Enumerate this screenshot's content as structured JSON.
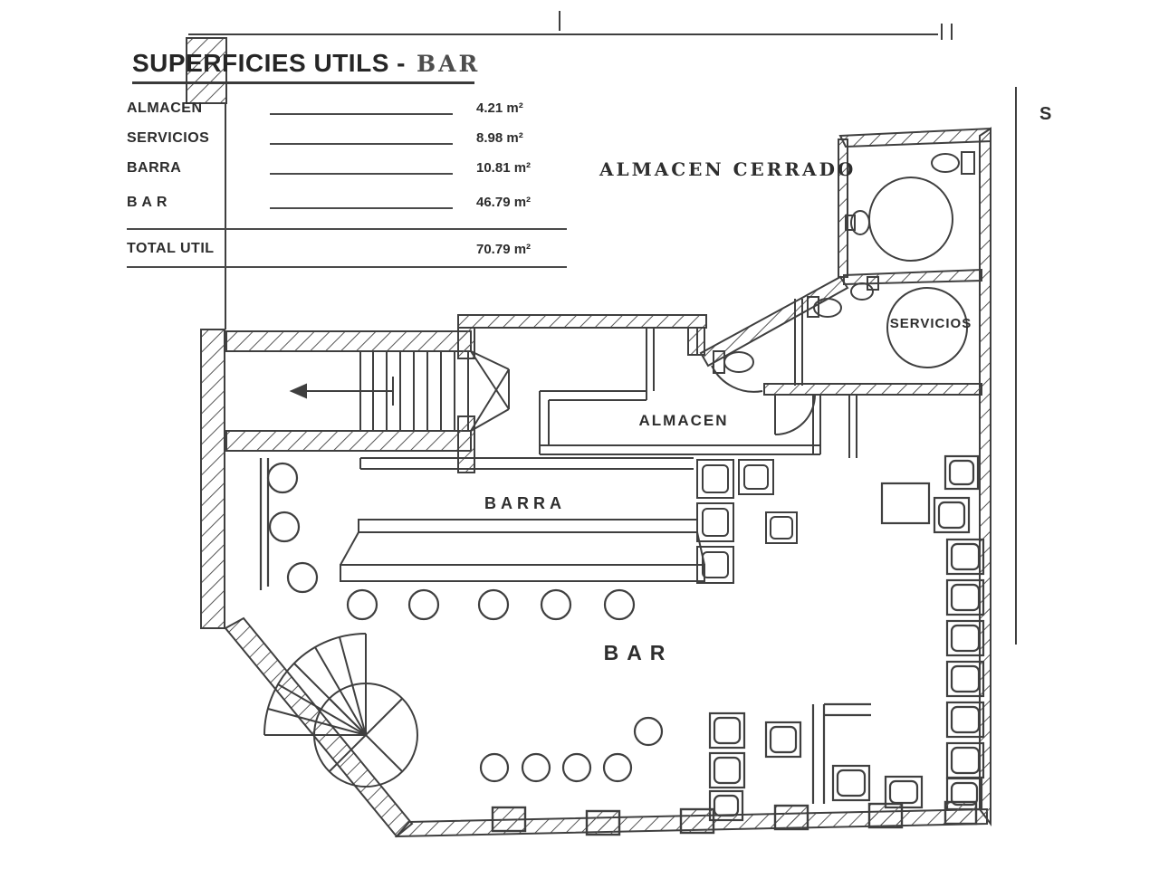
{
  "document": {
    "title_main": "SUPERFICIES UTILS -",
    "title_suffix": "BAR"
  },
  "legend": {
    "rows": [
      {
        "label": "ALMACEN",
        "value": "4.21 m²"
      },
      {
        "label": "SERVICIOS",
        "value": "8.98 m²"
      },
      {
        "label": "BARRA",
        "value": "10.81 m²"
      },
      {
        "label": "B A R",
        "value": "46.79 m²"
      }
    ],
    "total_label": "TOTAL UTIL",
    "total_value": "70.79 m²"
  },
  "plan": {
    "labels": {
      "almacen_cerrado": "ALMACEN CERRADO",
      "servicios": "SERVICIOS",
      "almacen": "ALMACEN",
      "barra": "BARRA",
      "bar": "BAR",
      "edge_letter": "S"
    }
  },
  "colors": {
    "ink": "#3f3f3f",
    "paper": "#ffffff"
  }
}
